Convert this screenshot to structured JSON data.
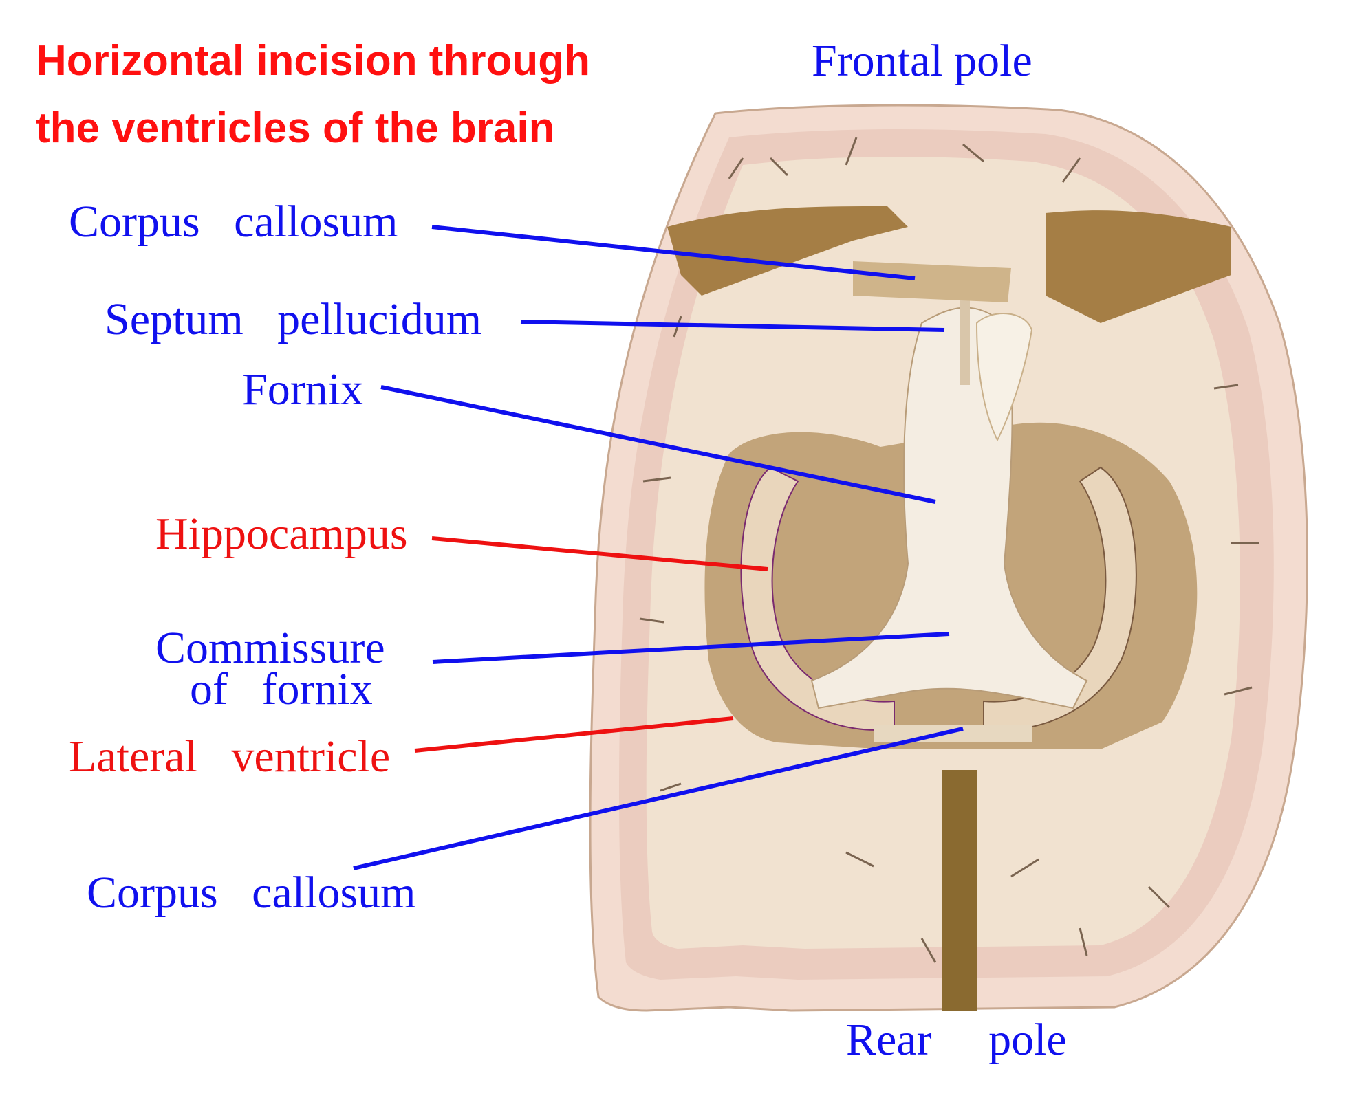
{
  "title": {
    "line1": "Horizontal incision through",
    "line2": "the  ventricles  of the  brain"
  },
  "colors": {
    "title": "#ff1010",
    "label_blue": "#1010ee",
    "label_red": "#ee1111",
    "cortex": "#f3dcd0",
    "gray_matter": "#e3c0b0",
    "white_matter": "#f1e2d0",
    "ventricle_wall": "#c2a47a",
    "shadow": "#8a6a30",
    "fornix": "#f4ede2"
  },
  "poles": {
    "front": "Frontal  pole",
    "rear": "Rear     pole"
  },
  "labels": {
    "corpus_callosum_front": "Corpus   callosum",
    "septum_pellucidum": "Septum   pellucidum",
    "fornix": "Fornix",
    "hippocampus": "Hippocampus",
    "commissure_line1": "Commissure",
    "commissure_line2": "of   fornix",
    "lateral_ventricle": "Lateral   ventricle",
    "corpus_callosum_rear": "Corpus   callosum"
  }
}
